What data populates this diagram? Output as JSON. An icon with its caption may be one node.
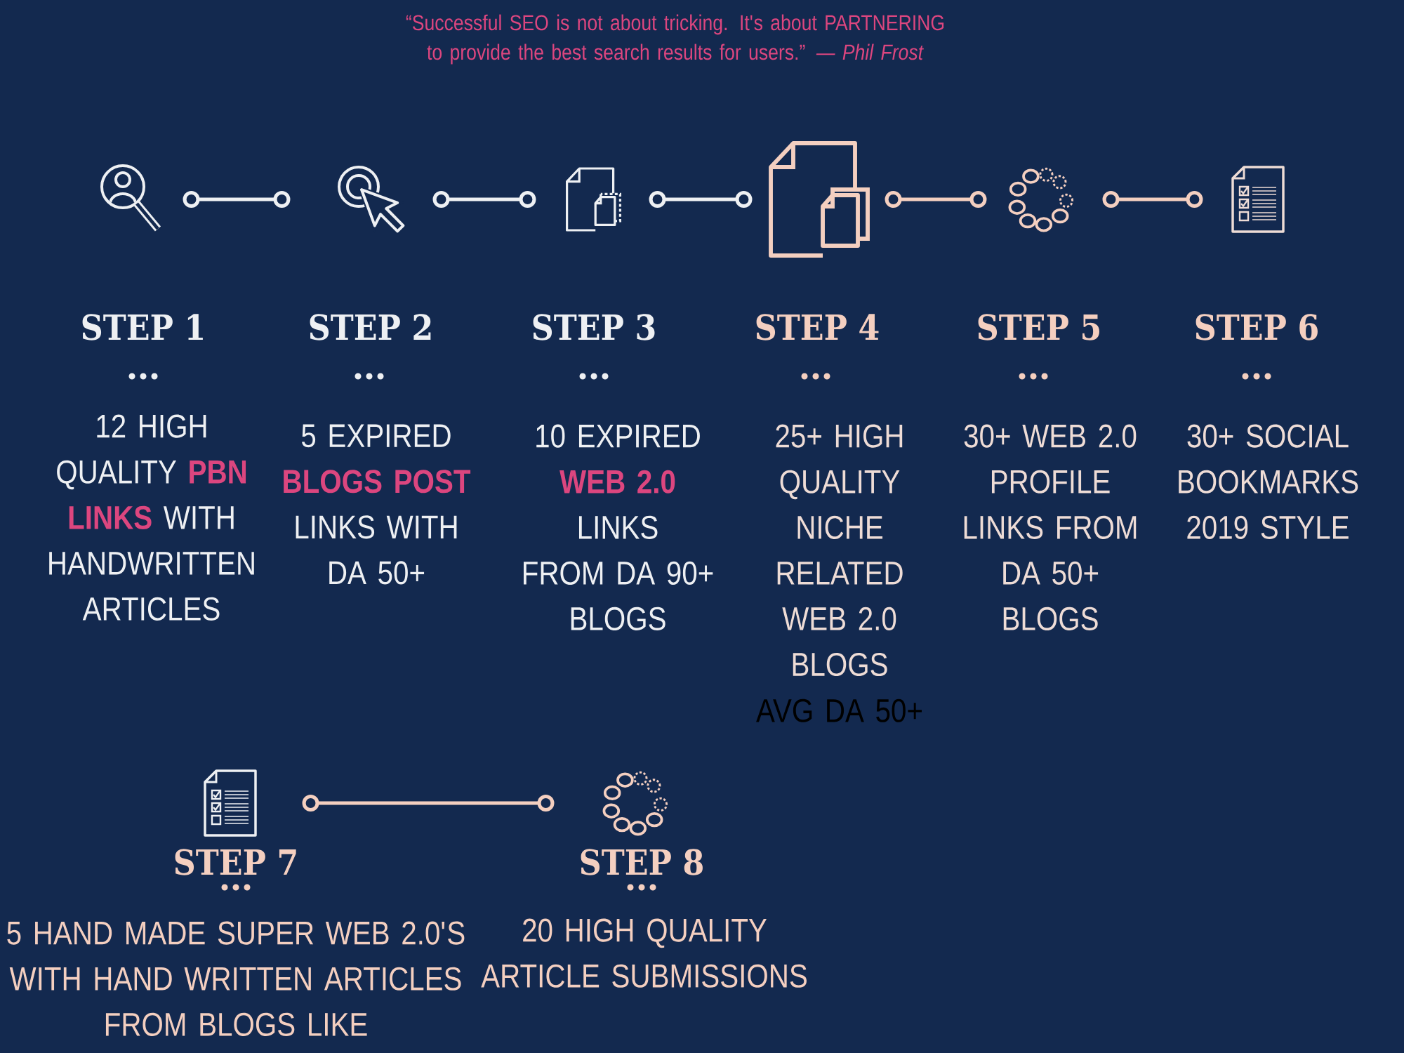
{
  "diagram": {
    "nodes": [
      {
        "text": [],
        "shape": "picture",
        "beside": [
          "STEP 1",
          "12 HIGH QUALITY **PBN LINKS** WITH HANDWRITTEN ARTICLES"
        ]
      },
      {
        "text": [],
        "shape": "picture",
        "beside": [
          "STEP 2",
          "5 EXPIRED **BLOGS POST** LINKS WITH DA 50+"
        ]
      },
      {
        "text": [],
        "shape": "picture",
        "beside": [
          "STEP 3",
          "10 EXPIRED **WEB 2.0** LINKS FROM DA 90+ BLOGS"
        ]
      },
      {
        "text": [],
        "shape": "picture",
        "beside": [
          "STEP 4",
          "25+ HIGH QUALITY NICHE RELATED WEB 2.0 BLOGS",
          "AVG DA 50+"
        ]
      },
      {
        "text": [],
        "shape": "picture",
        "beside": [
          "STEP 5",
          "30+ WEB 2.0 PROFILE LINKS FROM DA 50+ BLOGS"
        ]
      },
      {
        "text": [],
        "shape": "picture",
        "beside": [
          "STEP 6",
          "30+ SOCIAL BOOKMARKS 2019 STYLE"
        ]
      },
      {
        "text": [],
        "shape": "picture",
        "beside": [
          "STEP 7",
          "5 HAND MADE SUPER WEB 2.0'S WITH HAND WRITTEN ARTICLES FROM BLOGS LIKE"
        ]
      },
      {
        "text": [],
        "shape": "picture",
        "beside": [
          "STEP 8",
          "20 HIGH QUALITY ARTICLE SUBMISSIONS"
        ]
      }
    ],
    "edges": [
      {
        "from": 0,
        "to": 1,
        "arrow": "other"
      },
      {
        "from": 1,
        "to": 2,
        "arrow": "other"
      },
      {
        "from": 2,
        "to": 3,
        "arrow": "other"
      },
      {
        "from": 3,
        "to": 4,
        "arrow": "other",
        "color": "#f4cfc0"
      },
      {
        "from": 4,
        "to": 5,
        "arrow": "other",
        "color": "#f4cfc0"
      },
      {
        "from": 6,
        "to": 7,
        "arrow": "other",
        "color": "#f4cfc0"
      }
    ],
    "labels": [
      "“Successful SEO is not about tricking. It's about PARTNERING to provide the best search results for users.” *— Phil Frost*"
    ]
  }
}
